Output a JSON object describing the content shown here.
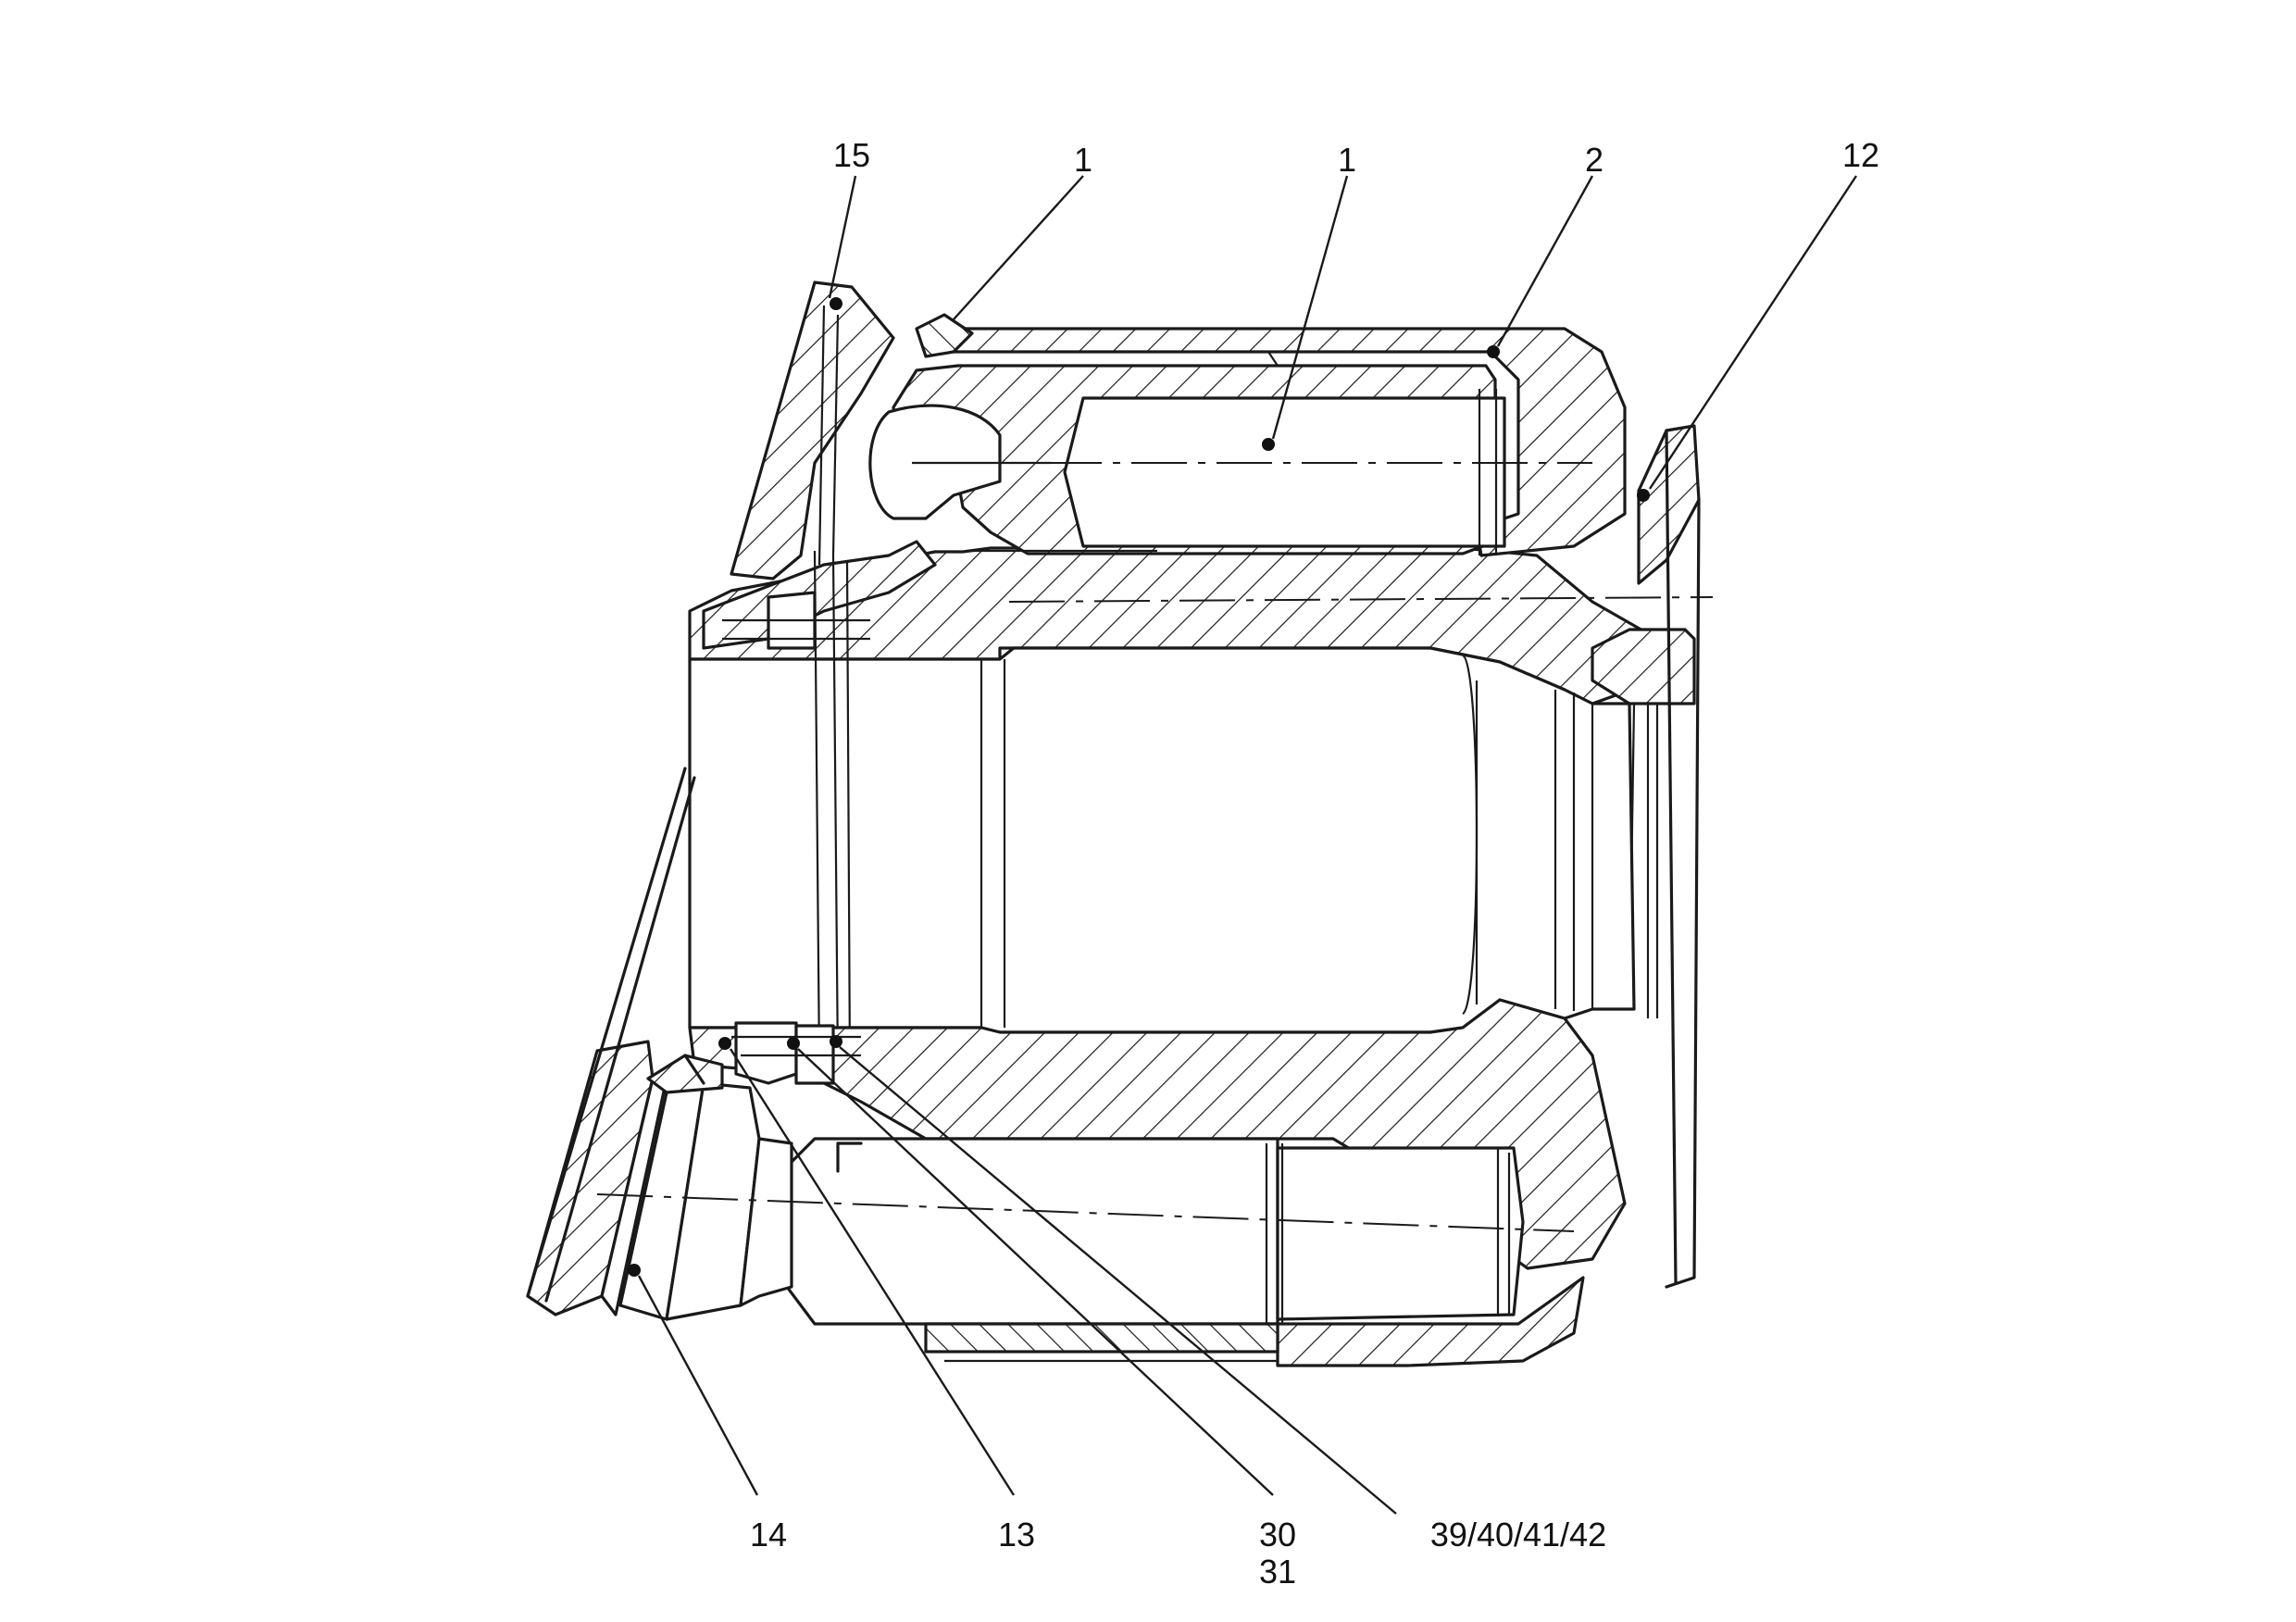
{
  "callouts": {
    "c15": "15",
    "c1a": "1",
    "c1b": "1",
    "c2": "2",
    "c12": "12",
    "c14": "14",
    "c13": "13",
    "c30": "30",
    "c31": "31",
    "c39": "39/40/41/42"
  }
}
